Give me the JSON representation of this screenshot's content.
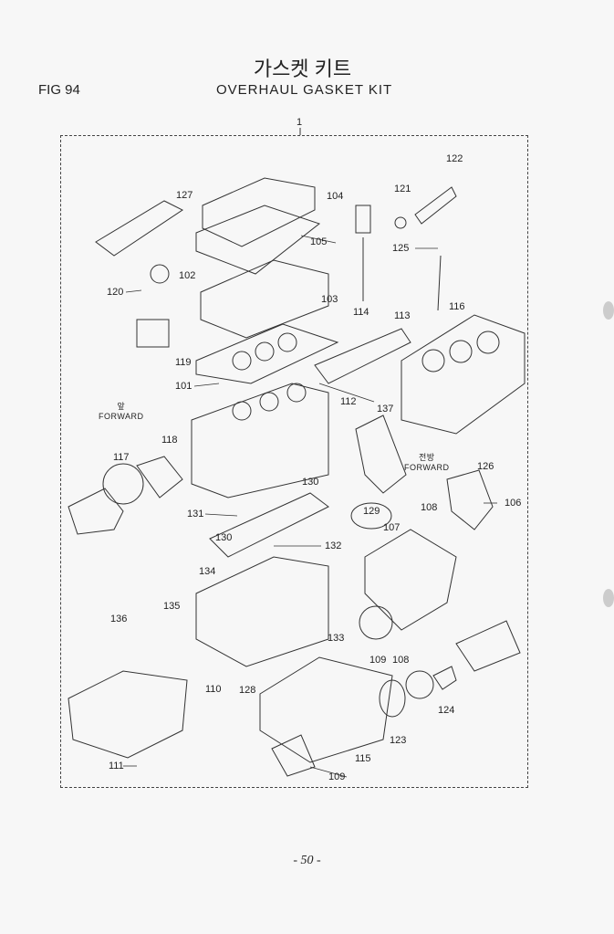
{
  "header": {
    "title_ko": "가스켓 키트",
    "title_en": "OVERHAUL GASKET KIT",
    "figure": "FIG 94"
  },
  "callouts": [
    "1",
    "122",
    "121",
    "104",
    "127",
    "105",
    "125",
    "120",
    "102",
    "103",
    "116",
    "113",
    "114",
    "119",
    "101",
    "112",
    "137",
    "118",
    "117",
    "126",
    "106",
    "108",
    "131",
    "130",
    "129",
    "107",
    "130",
    "132",
    "134",
    "135",
    "136",
    "133",
    "109",
    "108",
    "110",
    "128",
    "124",
    "123",
    "115",
    "111",
    "109"
  ],
  "forward_left": {
    "ko": "앞",
    "en": "FORWARD"
  },
  "forward_right": {
    "ko": "전방",
    "en": "FORWARD"
  },
  "page_number": "- 50 -"
}
